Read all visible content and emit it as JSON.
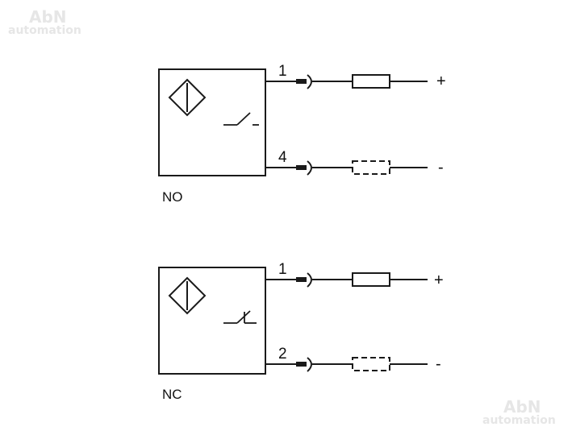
{
  "watermark": {
    "brand": "AbN",
    "subtitle": "automation"
  },
  "colors": {
    "stroke": "#1a1a1a",
    "watermark": "#e6e6e6"
  },
  "circuits": [
    {
      "name": "NO",
      "contact": "normally-open",
      "top_pin": "1",
      "bottom_pin": "4",
      "top_polarity": "+",
      "bottom_polarity": "-"
    },
    {
      "name": "NC",
      "contact": "normally-closed",
      "top_pin": "1",
      "bottom_pin": "2",
      "top_polarity": "+",
      "bottom_polarity": "-"
    }
  ]
}
